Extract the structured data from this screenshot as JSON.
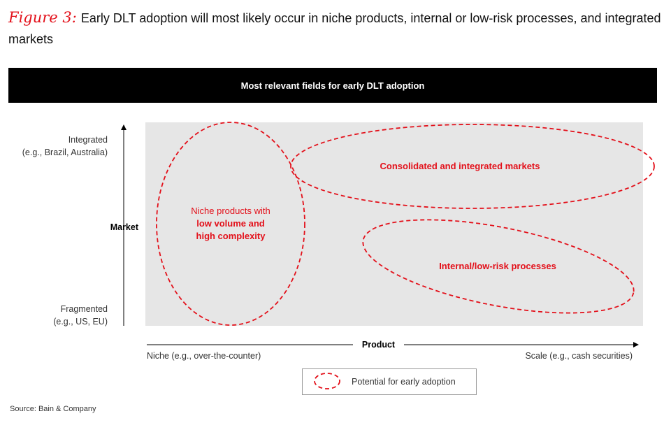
{
  "title": {
    "figure_label": "Figure 3:",
    "text": "Early DLT adoption will most likely occur in niche products, internal or low-risk processes, and integrated markets"
  },
  "header_bar": "Most relevant fields for early DLT adoption",
  "y_axis": {
    "label": "Market",
    "top": "Integrated",
    "top_sub": "(e.g., Brazil, Australia)",
    "bottom": "Fragmented",
    "bottom_sub": "(e.g., US, EU)"
  },
  "x_axis": {
    "label": "Product",
    "left": "Niche (e.g., over-the-counter)",
    "right": "Scale (e.g., cash securities)"
  },
  "regions": {
    "niche_line1": "Niche products with",
    "niche_line2": "low volume and",
    "niche_line3": "high complexity",
    "consolidated": "Consolidated and integrated markets",
    "internal": "Internal/low-risk processes"
  },
  "legend": "Potential for early adoption",
  "source": "Source: Bain & Company",
  "colors": {
    "accent": "#e3101a",
    "panel": "#e6e6e6"
  }
}
